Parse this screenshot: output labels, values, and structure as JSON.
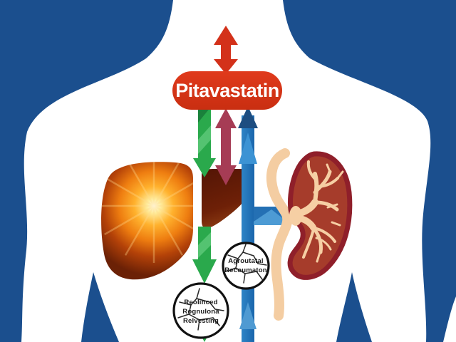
{
  "figure": {
    "title": "Pitavastatin",
    "badges": {
      "upper": {
        "line1": "Agroutatal",
        "line2": "Recoumaton"
      },
      "lower": {
        "line1": "Reolinced",
        "line2": "Rognulona",
        "line3": "Relvesting"
      }
    },
    "colors": {
      "background_blue": "#1b4f8e",
      "body_white": "#ffffff",
      "pill_red": "#d7351a",
      "top_arrow_red": "#d3311a",
      "green_arrow": "#2aa94c",
      "maroon_arrow": "#a63c55",
      "blue_arrow": "#2b7fc2",
      "blue_arrow_dark_head": "#1d4d80",
      "liver_dark": "#6b2106",
      "liver_glow_orange": "#ffb12d",
      "kidney_fill": "#a63c2b",
      "kidney_border": "#8f1f2a",
      "vessel_beige": "#f4cda2",
      "badge_stroke": "#111111"
    },
    "icons": {
      "body": "human-torso-silhouette",
      "liver": "liver-icon",
      "kidney": "kidney-icon",
      "top_arrow": "double-headed-up-down-arrow-icon",
      "green_arrow": "down-arrow-icon",
      "maroon_arrow": "double-headed-up-down-arrow-icon",
      "blue_arrow": "up-arrow-icon",
      "badge": "cracked-circle-badge-icon"
    }
  }
}
